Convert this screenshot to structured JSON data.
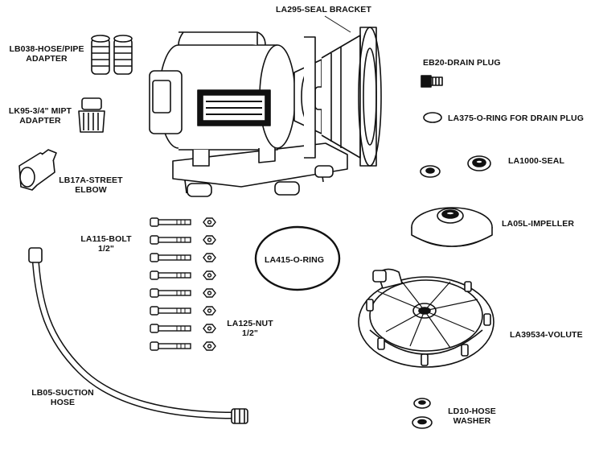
{
  "parts": {
    "seal_bracket": {
      "label": "LA295-SEAL BRACKET"
    },
    "hose_pipe_adapter": {
      "line1": "LB038-HOSE/PIPE",
      "line2": "ADAPTER"
    },
    "drain_plug": {
      "label": "EB20-DRAIN PLUG"
    },
    "mipt_adapter": {
      "line1": "LK95-3/4\" MIPT",
      "line2": "ADAPTER"
    },
    "oring_drain_plug": {
      "label": "LA375-O-RING FOR DRAIN PLUG"
    },
    "seal": {
      "label": "LA1000-SEAL"
    },
    "street_elbow": {
      "line1": "LB17A-STREET",
      "line2": "ELBOW"
    },
    "impeller": {
      "label": "LA05L-IMPELLER"
    },
    "bolt": {
      "line1": "LA115-BOLT",
      "line2": "1/2\""
    },
    "oring": {
      "label": "LA415-O-RING"
    },
    "nut": {
      "line1": "LA125-NUT",
      "line2": "1/2\""
    },
    "volute": {
      "label": "LA39534-VOLUTE"
    },
    "suction_hose": {
      "line1": "LB05-SUCTION",
      "line2": "HOSE"
    },
    "hose_washer": {
      "line1": "LD10-HOSE",
      "line2": "WASHER"
    }
  }
}
